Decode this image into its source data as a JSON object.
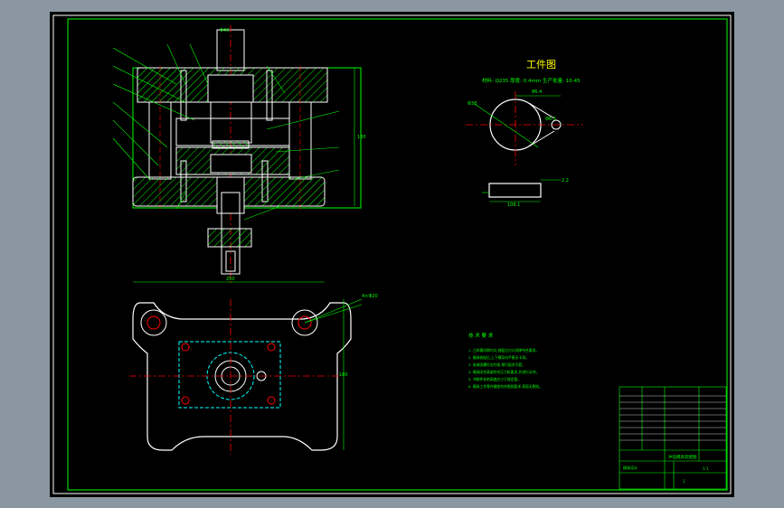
{
  "drawing": {
    "workpiece_title": "工件图",
    "workpiece_specs": "材料: Q235   厚度: 0.4mm   生产批量: 10-45",
    "workpiece_dims": {
      "top_width": "86.4",
      "hole_dia": "Φ38",
      "side_hole": "Φ6.5",
      "thickness": "2.2",
      "bottom_width": "106.1"
    },
    "tech_req_title": "技 术 要 求",
    "tech_req_items": [
      "1. 凸凹模间隙均匀,装配后刃口间隙符合要求。",
      "2. 模具装配后,上下模导向平稳无卡滞。",
      "3. 各紧固螺钉应拧紧,销钉配合可靠。",
      "4. 模具闭合高度符合压力机要求,并进行试冲。",
      "5. 冲裁件毛刺高度应小于规定值。",
      "6. 模具工作零件硬度符合图纸要求,表面无裂纹。"
    ],
    "top_dims": {
      "shank": "Φ40",
      "height": "180",
      "base_width": "250"
    },
    "plan_dims": {
      "right_height": "180",
      "callout": "4×Φ20"
    },
    "title_block": {
      "drawing_name": "冲压模具装配图",
      "company": "模具设计",
      "scale": "1:1",
      "sheet": "1"
    }
  },
  "colors": {
    "background": "#000000",
    "frame": "#00ff00",
    "lines": "#ffffff",
    "centerline": "#ff0000",
    "hatch": "#00ff00",
    "dims": "#00ffff",
    "text": "#00ff00",
    "title": "#ffff00"
  }
}
